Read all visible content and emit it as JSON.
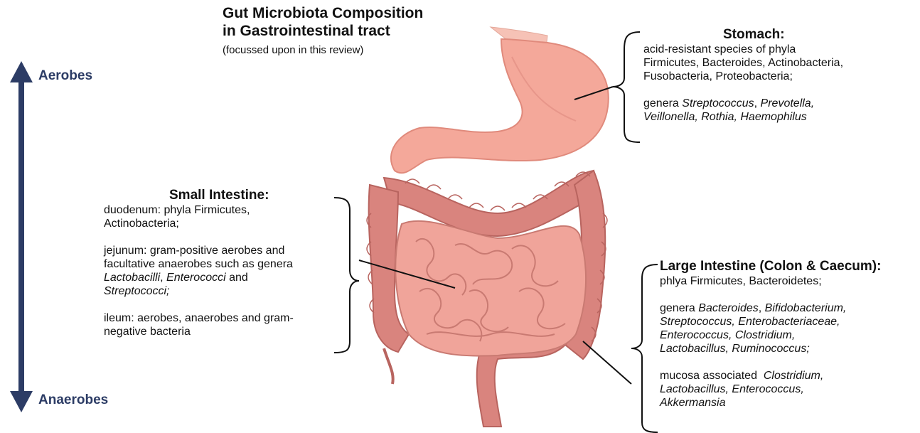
{
  "title": {
    "line1": "Gut Microbiota Composition",
    "line2": "in Gastrointestinal tract",
    "subtitle": "(focussed upon in this review)"
  },
  "axis": {
    "top_label": "Aerobes",
    "bottom_label": "Anaerobes",
    "color": "#2c3c65"
  },
  "stomach": {
    "heading": "Stomach:",
    "phyla_lines": [
      "acid-resistant species of phyla",
      "Firmicutes, Bacteroides, Actinobacteria,",
      "Fusobacteria, Proteobacteria;"
    ],
    "genera_prefix": "genera ",
    "genera_line1": [
      {
        "text": "Streptococcus",
        "italic": true
      },
      {
        "text": ", ",
        "italic": false
      },
      {
        "text": "Prevotella,",
        "italic": true
      }
    ],
    "genera_line2": "Veillonella, Rothia, Haemophilus"
  },
  "small_intestine": {
    "heading": "Small Intestine:",
    "duodenum_lines": [
      "duodenum: phyla Firmicutes,",
      "Actinobacteria;"
    ],
    "jejunum_lines": [
      "jejunum: gram-positive aerobes and",
      "facultative anaerobes such as genera"
    ],
    "jejunum_it1": "Lactobacilli",
    "jejunum_sep1": ", ",
    "jejunum_it2": "Enterococci",
    "jejunum_and": " and",
    "jejunum_it3": "Streptococci;",
    "ileum_lines": [
      "ileum: aerobes, anaerobes and gram-",
      "negative bacteria"
    ]
  },
  "large_intestine": {
    "heading": "Large Intestine (Colon & Caecum):",
    "phyla_line": "phlya Firmicutes,  Bacteroidetes;",
    "genera_prefix": "genera ",
    "genera_line1_it": "Bacteroides",
    "genera_line1_sep": ", ",
    "genera_line1_it2": "Bifidobacterium,",
    "genera_lines": [
      "Streptococcus, Enterobacteriaceae,",
      "Enterococcus, Clostridium,",
      "Lactobacillus, Ruminococcus;"
    ],
    "mucosa_prefix": "mucosa associated  ",
    "mucosa_it1": "Clostridium,",
    "mucosa_lines": [
      "Lactobacillus, Enterococcus,",
      "Akkermansia"
    ]
  },
  "colors": {
    "stomach_fill": "#f4a89a",
    "stomach_dark": "#e08a7c",
    "colon_fill": "#d9847e",
    "colon_dark": "#b8645f",
    "small_int_fill": "#f0a49a",
    "small_int_dark": "#c97a72",
    "line": "#111111"
  }
}
